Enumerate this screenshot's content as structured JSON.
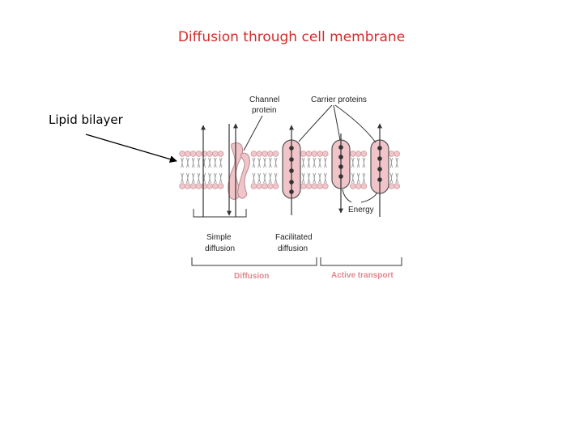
{
  "slide": {
    "title": "Diffusion through cell membrane",
    "side_label": "Lipid bilayer"
  },
  "figure": {
    "channel_label_line1": "Channel",
    "channel_label_line2": "protein",
    "carrier_label": "Carrier proteins",
    "energy_label": "Energy",
    "simple_line1": "Simple",
    "simple_line2": "diffusion",
    "facilitated_line1": "Facilitated",
    "facilitated_line2": "diffusion",
    "bracket_diffusion": "Diffusion",
    "bracket_active": "Active transport",
    "colors": {
      "title": "#d42a2a",
      "membrane_head": "#f2c7cc",
      "head_stroke": "#c89aa0",
      "protein": "#f0c4c8",
      "bracket_label": "#e0878f"
    }
  }
}
